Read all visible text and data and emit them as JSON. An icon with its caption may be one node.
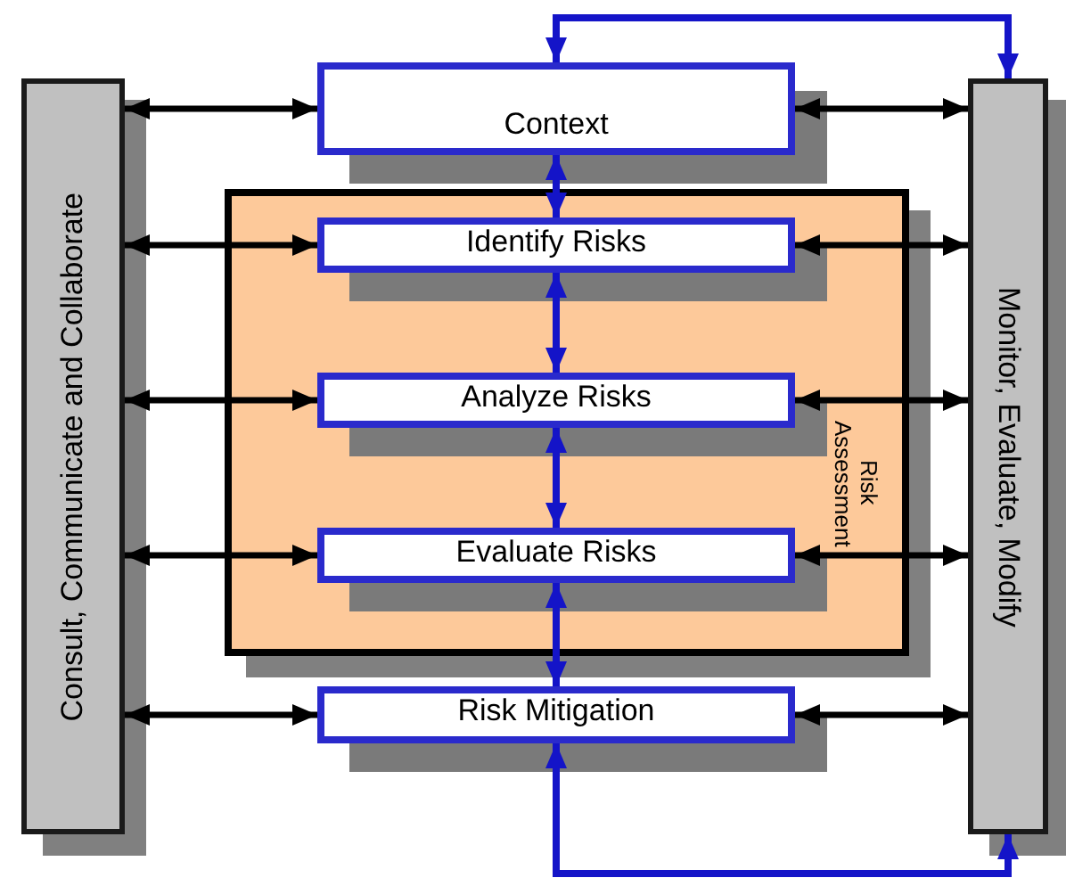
{
  "diagram": {
    "nodes": [
      {
        "text": [
          "Consult, Communicate and Collaborate"
        ]
      },
      {
        "text": [
          "Monitor, Evaluate, Modify"
        ]
      },
      {
        "text": [
          "Context"
        ]
      },
      {
        "text": [
          "Risk Assessment"
        ]
      },
      {
        "text": [
          "Identify Risks"
        ],
        "in": 3
      },
      {
        "text": [
          "Analyze Risks"
        ],
        "in": 3
      },
      {
        "text": [
          "Evaluate Risks"
        ],
        "in": 3
      },
      {
        "text": [
          "Risk Mitigation"
        ]
      }
    ],
    "edges": [
      {
        "from": 0,
        "to": 2,
        "arrow": "both"
      },
      {
        "from": 0,
        "to": 4,
        "arrow": "both"
      },
      {
        "from": 0,
        "to": 5,
        "arrow": "both"
      },
      {
        "from": 0,
        "to": 6,
        "arrow": "both"
      },
      {
        "from": 0,
        "to": 7,
        "arrow": "both"
      },
      {
        "from": 2,
        "to": 1,
        "arrow": "both"
      },
      {
        "from": 4,
        "to": 1,
        "arrow": "both"
      },
      {
        "from": 5,
        "to": 1,
        "arrow": "both"
      },
      {
        "from": 6,
        "to": 1,
        "arrow": "both"
      },
      {
        "from": 7,
        "to": 1,
        "arrow": "both"
      },
      {
        "from": 2,
        "to": 4,
        "arrow": "both",
        "color": "#1414c8"
      },
      {
        "from": 4,
        "to": 5,
        "arrow": "both",
        "color": "#1414c8"
      },
      {
        "from": 5,
        "to": 6,
        "arrow": "both",
        "color": "#1414c8"
      },
      {
        "from": 6,
        "to": 7,
        "arrow": "both",
        "color": "#1414c8"
      },
      {
        "from": 2,
        "to": 1,
        "arrow": "both",
        "color": "#1414c8"
      },
      {
        "from": 7,
        "to": 1,
        "arrow": "both",
        "color": "#1414c8"
      }
    ]
  }
}
